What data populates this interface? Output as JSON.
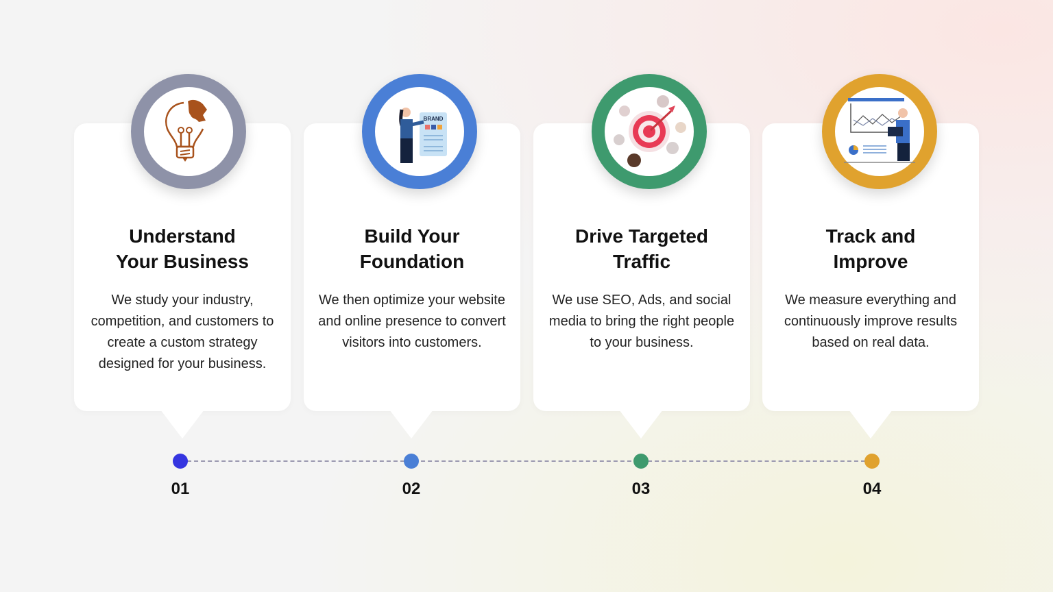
{
  "steps": [
    {
      "number": "01",
      "title_line1": "Understand",
      "title_line2": "Your Business",
      "body": "We study your industry, competition, and customers to create a custom strategy designed for your business.",
      "color": "#8e92a8",
      "icon": "lightbulb-puzzle-icon",
      "dot_color": "#3535e0"
    },
    {
      "number": "02",
      "title_line1": "Build Your",
      "title_line2": "Foundation",
      "body": "We then optimize your website and online presence to convert visitors into customers.",
      "color": "#4a7fd6",
      "icon": "brand-board-icon",
      "icon_text": "BRAND",
      "dot_color": "#4a7fd6"
    },
    {
      "number": "03",
      "title_line1": "Drive Targeted",
      "title_line2": "Traffic",
      "body": "We use SEO, Ads, and social media to bring the right people to your business.",
      "color": "#3e9a6e",
      "icon": "target-audience-icon",
      "dot_color": "#3e9a6e"
    },
    {
      "number": "04",
      "title_line1": "Track and",
      "title_line2": "Improve",
      "body": "We measure everything and continuously improve results based on real data.",
      "color": "#e0a22e",
      "icon": "analytics-chart-icon",
      "dot_color": "#e0a22e"
    }
  ]
}
